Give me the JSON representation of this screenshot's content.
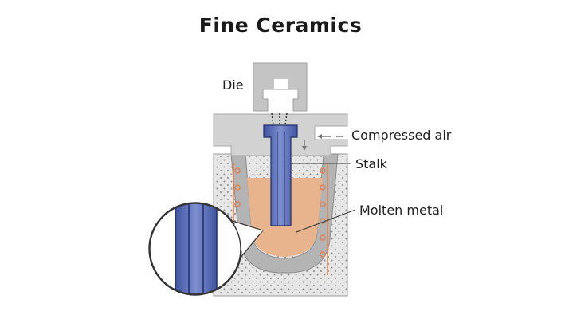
{
  "title": "Fine Ceramics",
  "labels": {
    "die": "Die",
    "compressed_air": "Compressed air",
    "stalk": "Stalk",
    "molten_metal": "Molten metal"
  },
  "colors": {
    "die_gray": "#c8c8c8",
    "crucible_gray": "#b0b0b0",
    "stalk_blue": "#5a6fb6",
    "stalk_dark": "#2a3a78",
    "molten_metal": "#e8b48e",
    "furnace_dots": "#e4e4e4",
    "heater_coil": "#d7865e",
    "arrow_gray": "#777777"
  },
  "icons": {
    "air_arrow": "left-arrow-icon",
    "air_down_arrow": "down-arrow-icon"
  }
}
